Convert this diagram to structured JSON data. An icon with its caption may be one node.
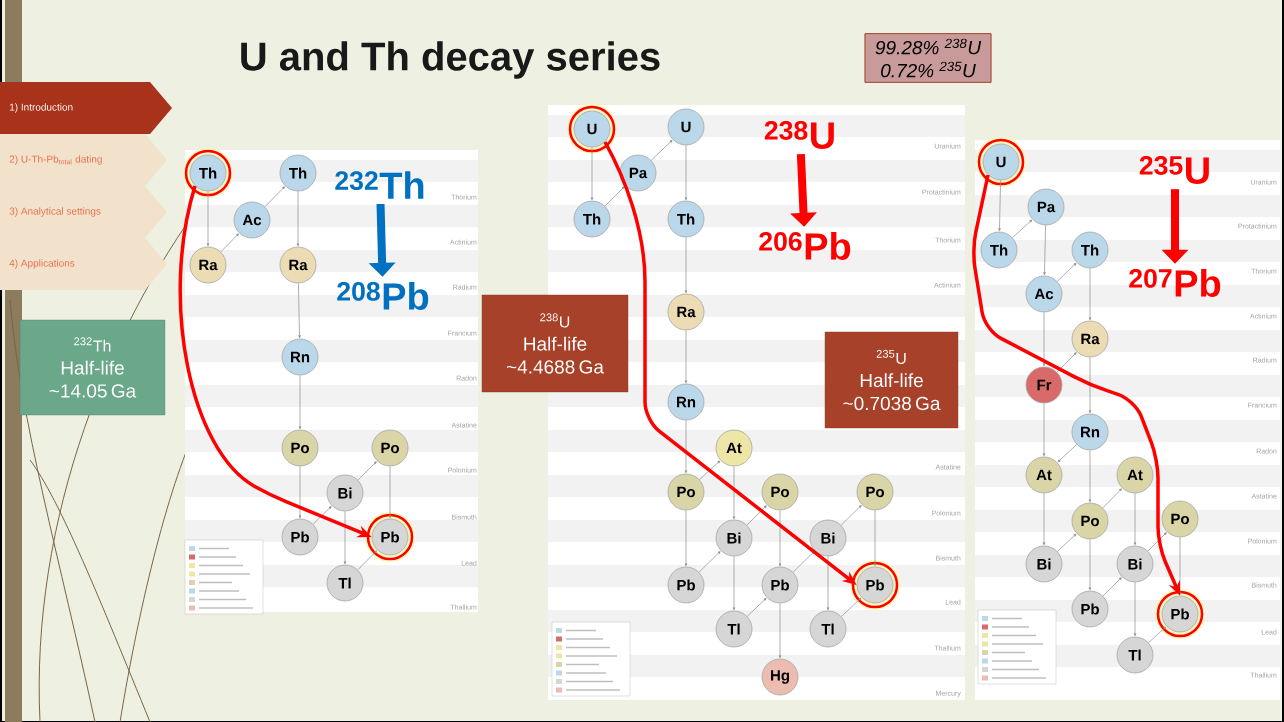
{
  "diagram": {
    "title": "U and Th decay series",
    "nodes": [
      {
        "text": [
          "1) Introduction"
        ]
      },
      {
        "text": [
          "2) U-Th-Pb$_{total}$ dating"
        ]
      },
      {
        "text": [
          "3) Analytical settings"
        ]
      },
      {
        "text": [
          "4) Applications"
        ]
      },
      {
        "text": [
          "99.28% $^{238}$U",
          "0.72% $^{235}$U"
        ]
      },
      {
        "text": [
          "$^{232}$Th"
        ]
      },
      {
        "text": [
          "$^{208}$Pb"
        ]
      },
      {
        "text": [
          "Th"
        ]
      },
      {
        "text": [
          "Th"
        ]
      },
      {
        "text": [
          "Ac"
        ]
      },
      {
        "text": [
          "Ra"
        ]
      },
      {
        "text": [
          "Ra"
        ]
      },
      {
        "text": [
          "Rn"
        ]
      },
      {
        "text": [
          "Po"
        ]
      },
      {
        "text": [
          "Po"
        ]
      },
      {
        "text": [
          "Bi"
        ]
      },
      {
        "text": [
          "Pb"
        ]
      },
      {
        "text": [
          "Pb"
        ]
      },
      {
        "text": [
          "Tl"
        ]
      },
      {
        "text": [
          "$^{232}$Th",
          "Half-life ~14.05 Ga"
        ]
      },
      {
        "text": [
          "$^{238}$U"
        ]
      },
      {
        "text": [
          "$^{206}$Pb"
        ]
      },
      {
        "text": [
          "U"
        ]
      },
      {
        "text": [
          "U"
        ]
      },
      {
        "text": [
          "Pa"
        ]
      },
      {
        "text": [
          "Th"
        ]
      },
      {
        "text": [
          "Th"
        ]
      },
      {
        "text": [
          "Ra"
        ]
      },
      {
        "text": [
          "Rn"
        ]
      },
      {
        "text": [
          "At"
        ]
      },
      {
        "text": [
          "Po"
        ]
      },
      {
        "text": [
          "Po"
        ]
      },
      {
        "text": [
          "Po"
        ]
      },
      {
        "text": [
          "Bi"
        ]
      },
      {
        "text": [
          "Bi"
        ]
      },
      {
        "text": [
          "Pb"
        ]
      },
      {
        "text": [
          "Pb"
        ]
      },
      {
        "text": [
          "Pb"
        ]
      },
      {
        "text": [
          "Tl"
        ]
      },
      {
        "text": [
          "Tl"
        ]
      },
      {
        "text": [
          "Hg"
        ]
      },
      {
        "text": [
          "$^{238}$U",
          "Half-life ~4.4688 Ga"
        ]
      },
      {
        "text": [
          "$^{235}$U"
        ]
      },
      {
        "text": [
          "$^{207}$Pb"
        ]
      },
      {
        "text": [
          "U"
        ]
      },
      {
        "text": [
          "Pa"
        ]
      },
      {
        "text": [
          "Th"
        ]
      },
      {
        "text": [
          "Th"
        ]
      },
      {
        "text": [
          "Ac"
        ]
      },
      {
        "text": [
          "Ra"
        ]
      },
      {
        "text": [
          "Fr"
        ]
      },
      {
        "text": [
          "Rn"
        ]
      },
      {
        "text": [
          "At"
        ]
      },
      {
        "text": [
          "At"
        ]
      },
      {
        "text": [
          "Po"
        ]
      },
      {
        "text": [
          "Po"
        ]
      },
      {
        "text": [
          "Bi"
        ]
      },
      {
        "text": [
          "Bi"
        ]
      },
      {
        "text": [
          "Pb"
        ]
      },
      {
        "text": [
          "Pb"
        ]
      },
      {
        "text": [
          "Tl"
        ]
      },
      {
        "text": [
          "$^{235}$U",
          "Half-life ~0.7038 Ga"
        ]
      }
    ],
    "edges": [
      {
        "from": 5,
        "to": 6,
        "arrow": "to",
        "style": "thick",
        "color": "#0070c0"
      },
      {
        "from": 7,
        "to": 10,
        "arrow": "to"
      },
      {
        "from": 10,
        "to": 9,
        "arrow": "to"
      },
      {
        "from": 9,
        "to": 8,
        "arrow": "to"
      },
      {
        "from": 8,
        "to": 11,
        "arrow": "to"
      },
      {
        "from": 11,
        "to": 12,
        "arrow": "to"
      },
      {
        "from": 12,
        "to": 13,
        "arrow": "to"
      },
      {
        "from": 13,
        "to": 16,
        "arrow": "to"
      },
      {
        "from": 16,
        "to": 15,
        "arrow": "to"
      },
      {
        "from": 15,
        "to": 14,
        "arrow": "to"
      },
      {
        "from": 14,
        "to": 17,
        "arrow": "to"
      },
      {
        "from": 15,
        "to": 18,
        "arrow": "to"
      },
      {
        "from": 18,
        "to": 17,
        "arrow": "to"
      },
      {
        "from": 7,
        "to": 17,
        "arrow": "to",
        "style": "thick",
        "color": "#ff0000"
      },
      {
        "from": 20,
        "to": 21,
        "arrow": "to",
        "style": "thick",
        "color": "#ff0000"
      },
      {
        "from": 22,
        "to": 25,
        "arrow": "to"
      },
      {
        "from": 25,
        "to": 24,
        "arrow": "to"
      },
      {
        "from": 24,
        "to": 23,
        "arrow": "to"
      },
      {
        "from": 23,
        "to": 26,
        "arrow": "to"
      },
      {
        "from": 26,
        "to": 27,
        "arrow": "to"
      },
      {
        "from": 27,
        "to": 28,
        "arrow": "to"
      },
      {
        "from": 28,
        "to": 30,
        "arrow": "to"
      },
      {
        "from": 30,
        "to": 29,
        "arrow": "to"
      },
      {
        "from": 30,
        "to": 35,
        "arrow": "to"
      },
      {
        "from": 29,
        "to": 33,
        "arrow": "to"
      },
      {
        "from": 35,
        "to": 33,
        "arrow": "to"
      },
      {
        "from": 33,
        "to": 31,
        "arrow": "to"
      },
      {
        "from": 33,
        "to": 38,
        "arrow": "to"
      },
      {
        "from": 31,
        "to": 36,
        "arrow": "to"
      },
      {
        "from": 38,
        "to": 36,
        "arrow": "to"
      },
      {
        "from": 36,
        "to": 34,
        "arrow": "to"
      },
      {
        "from": 36,
        "to": 40,
        "arrow": "to"
      },
      {
        "from": 34,
        "to": 32,
        "arrow": "to"
      },
      {
        "from": 34,
        "to": 39,
        "arrow": "to"
      },
      {
        "from": 32,
        "to": 37,
        "arrow": "to"
      },
      {
        "from": 39,
        "to": 37,
        "arrow": "to"
      },
      {
        "from": 22,
        "to": 37,
        "arrow": "to",
        "style": "thick",
        "color": "#ff0000"
      },
      {
        "from": 42,
        "to": 43,
        "arrow": "to",
        "style": "thick",
        "color": "#ff0000"
      },
      {
        "from": 44,
        "to": 46,
        "arrow": "to"
      },
      {
        "from": 46,
        "to": 45,
        "arrow": "to"
      },
      {
        "from": 45,
        "to": 48,
        "arrow": "to"
      },
      {
        "from": 48,
        "to": 47,
        "arrow": "to"
      },
      {
        "from": 47,
        "to": 49,
        "arrow": "to"
      },
      {
        "from": 48,
        "to": 50,
        "arrow": "to"
      },
      {
        "from": 50,
        "to": 49,
        "arrow": "to"
      },
      {
        "from": 49,
        "to": 51,
        "arrow": "to"
      },
      {
        "from": 50,
        "to": 52,
        "arrow": "to"
      },
      {
        "from": 51,
        "to": 52,
        "arrow": "to"
      },
      {
        "from": 52,
        "to": 56,
        "arrow": "to"
      },
      {
        "from": 51,
        "to": 54,
        "arrow": "to"
      },
      {
        "from": 56,
        "to": 54,
        "arrow": "to"
      },
      {
        "from": 54,
        "to": 58,
        "arrow": "to"
      },
      {
        "from": 54,
        "to": 53,
        "arrow": "to"
      },
      {
        "from": 53,
        "to": 57,
        "arrow": "to"
      },
      {
        "from": 58,
        "to": 57,
        "arrow": "to"
      },
      {
        "from": 57,
        "to": 55,
        "arrow": "to"
      },
      {
        "from": 57,
        "to": 60,
        "arrow": "to"
      },
      {
        "from": 55,
        "to": 59,
        "arrow": "to"
      },
      {
        "from": 60,
        "to": 59,
        "arrow": "to"
      },
      {
        "from": 44,
        "to": 59,
        "arrow": "to",
        "style": "thick",
        "color": "#ff0000"
      }
    ],
    "labels": [
      "Thorium",
      "Actinium",
      "Radium",
      "Francium",
      "Radon",
      "Astatine",
      "Polonium",
      "Bismuth",
      "Lead",
      "Thallium",
      "Uranium",
      "Protactinium",
      "Thorium",
      "Actinium",
      "Astatine",
      "Polonium",
      "Bismuth",
      "Lead",
      "Thallium",
      "Mercury",
      "Uranium",
      "Protactinium",
      "Thorium",
      "Actinium",
      "Radium",
      "Francium",
      "Radon",
      "Astatine",
      "Polonium",
      "Bismuth",
      "Lead",
      "Thallium"
    ]
  }
}
